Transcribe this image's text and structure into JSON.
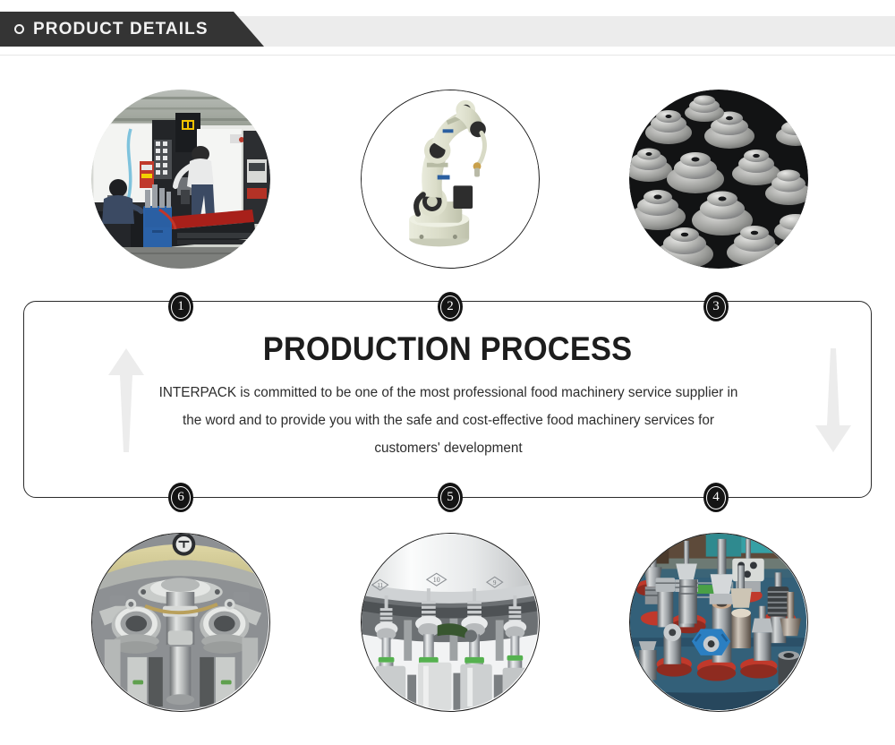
{
  "header": {
    "icon": "circle-bullet-icon",
    "title": "PRODUCT DETAILS"
  },
  "process_panel": {
    "title": "PRODUCTION PROCESS",
    "description": "INTERPACK is committed to be one of the most professional food machinery service supplier in the word and to provide you with the safe and cost-effective food machinery services for customers' development",
    "left_arrow": "arrow-up-icon",
    "right_arrow": "arrow-down-icon"
  },
  "steps": [
    {
      "number": "1",
      "position": "top-left"
    },
    {
      "number": "2",
      "position": "top-center"
    },
    {
      "number": "3",
      "position": "top-right"
    },
    {
      "number": "6",
      "position": "bottom-left"
    },
    {
      "number": "5",
      "position": "bottom-center"
    },
    {
      "number": "4",
      "position": "bottom-right"
    }
  ],
  "photos": [
    {
      "id": "photo-1",
      "alt": "CNC machining workshop with two operators at milling machines"
    },
    {
      "id": "photo-2",
      "alt": "Six-axis industrial welding robot arm"
    },
    {
      "id": "photo-3",
      "alt": "Pile of machined stainless steel cone pulley components"
    },
    {
      "id": "photo-6",
      "alt": "Close-up of filling machine valve assembly"
    },
    {
      "id": "photo-5",
      "alt": "Rotary capping carousel with numbered stations"
    },
    {
      "id": "photo-4",
      "alt": "Assorted CNC tool holders and cutters on a blue workbench"
    }
  ],
  "colors": {
    "header_tab": "#343434",
    "header_bar": "#ececec",
    "panel_border": "#2b2b2b",
    "badge": "#141414",
    "arrow": "#ececec",
    "text": "#2d2d2d"
  }
}
